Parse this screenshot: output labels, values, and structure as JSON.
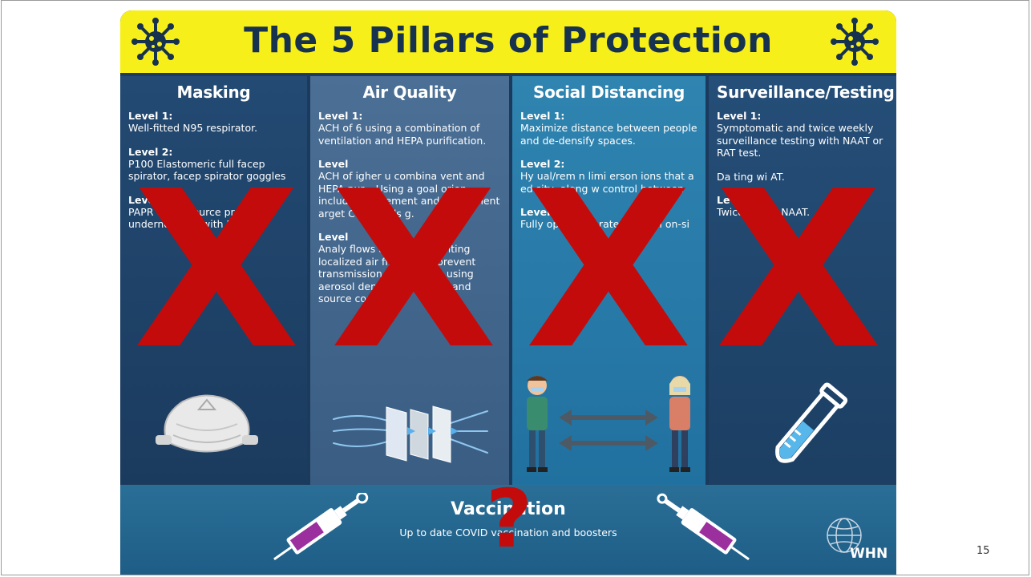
{
  "slide": {
    "page_number": "15"
  },
  "banner": {
    "title": "The 5 Pillars of Protection",
    "icon": "virus-icon"
  },
  "columns": [
    {
      "heading": "Masking",
      "levels": [
        {
          "title": "Level 1:",
          "text": "Well-fitted N95 respirator."
        },
        {
          "title": "Level 2:",
          "text": "P100 Elastomeric full facep  spirator, facep  spirator goggles"
        },
        {
          "title": "Level 3:",
          "text": "PAPR comb  source protection  underne  g.  PR with N  pirato"
        }
      ],
      "icon": "mask-icon"
    },
    {
      "heading": "Air Quality",
      "levels": [
        {
          "title": "Level 1:",
          "text": "ACH of 6 using a combination of ventilation and HEPA purification."
        },
        {
          "title": "Level",
          "text": "ACH of  igher u combina  vent  and HEPA pur  – Using a goal orien including CO  ement and adjustment  arget CO2 levels  g."
        },
        {
          "title": "Level",
          "text": "Analy  flows and implementing localized air filtering to prevent transmission accordingly using aerosol densi-ty reduction and source control."
        }
      ],
      "icon": "air-filter-icon"
    },
    {
      "heading": "Social Distancing",
      "levels": [
        {
          "title": "Level 1:",
          "text": "Maximize distance between people and de-densify spaces."
        },
        {
          "title": "Level 2:",
          "text": "Hy  ual/rem  n limi  erson  ions that a  ed  sity, along w  control between"
        },
        {
          "title": "Level 3",
          "text": "Fully  op  s and  arate i  sp  r all on-si"
        }
      ],
      "icon": "people-distance-icon"
    },
    {
      "heading": "Surveillance/Testing",
      "levels": [
        {
          "title": "Level 1:",
          "text": "Symptomatic and twice weekly surveillance testing with NAAT or RAT test."
        },
        {
          "title": "",
          "text": "Da  ting wi  AT."
        },
        {
          "title": "Leve",
          "text": "Twice  g with NAAT."
        }
      ],
      "icon": "test-tube-icon"
    }
  ],
  "overlay": {
    "x_mark": "X",
    "question_mark": "?",
    "color": "#c40b0b"
  },
  "vaccination": {
    "title": "Vaccination",
    "text": "Up to date COVID vaccination and boosters",
    "icon": "syringe-icon"
  },
  "logo": {
    "text": "WHN",
    "icon": "globe-icon"
  },
  "colors": {
    "banner": "#f7ef1a",
    "title": "#16324f",
    "poster_bg": "#1b3a5c"
  }
}
